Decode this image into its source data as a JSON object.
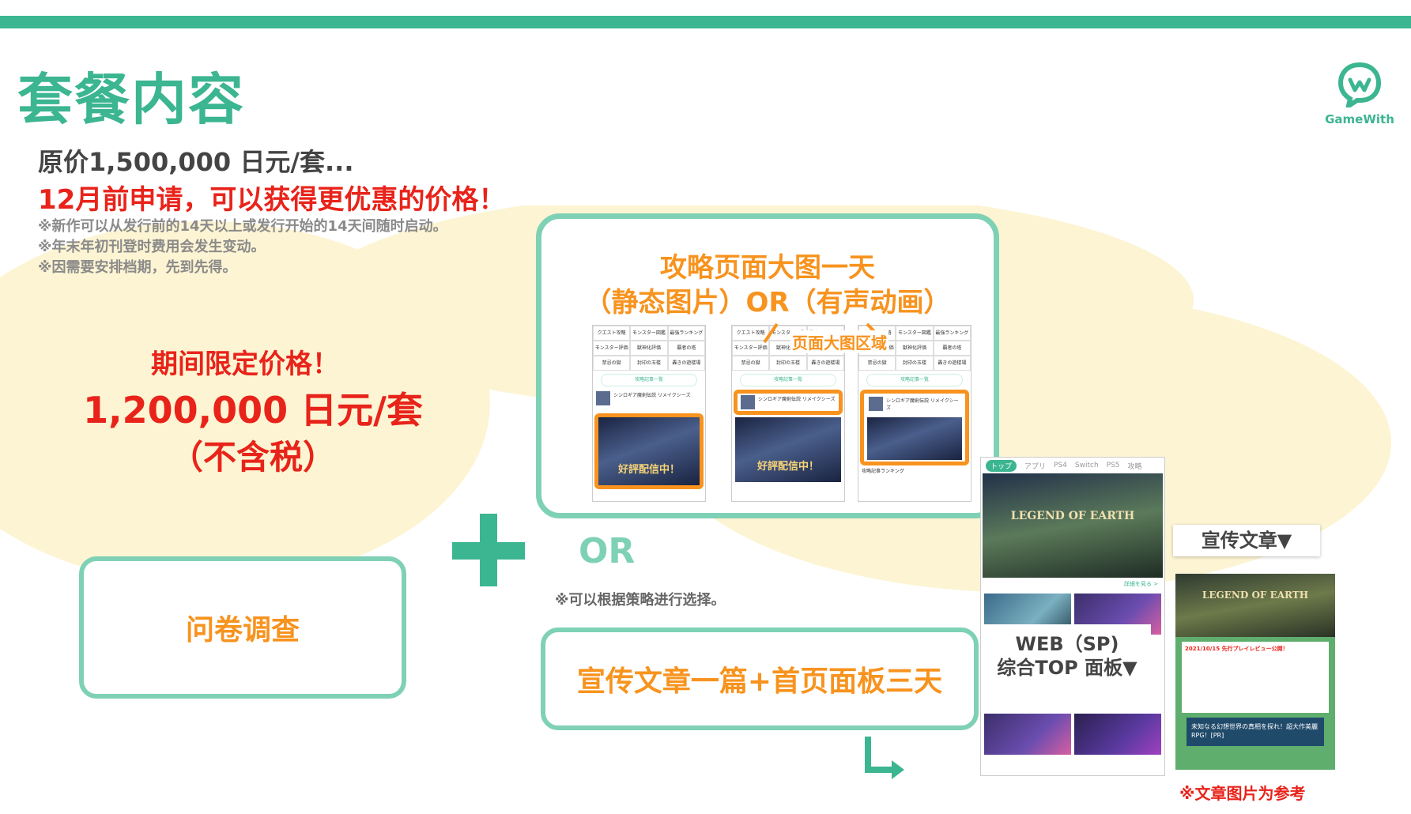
{
  "header": {
    "title": "套餐内容",
    "logo_text": "GameWith"
  },
  "pricing": {
    "original": "原价1,500,000 日元/套...",
    "promo": "12月前申请，可以获得更优惠的价格！",
    "notes": [
      "※新作可以从发行前的14天以上或发行开始的14天间随时启动。",
      "※年末年初刊登时费用会发生变动。",
      "※因需要安排档期，先到先得。"
    ]
  },
  "limited_offer": {
    "label": "期间限定价格！",
    "price": "1,200,000 日元/套",
    "tax": "（不含税）"
  },
  "survey": {
    "label": "问卷调查"
  },
  "option_a": {
    "title_line1": "攻略页面大图一天",
    "title_line2": "（静态图片）OR（有声动画）",
    "area_label": "页面大图区域"
  },
  "or_text": "OR",
  "select_note": "※可以根据策略进行选择。",
  "option_b": {
    "label": "宣传文章一篇+首页面板三天"
  },
  "mock_phone": {
    "nav": [
      "クエスト攻略",
      "モンスター図鑑",
      "最強ランキング",
      "モンスター評価",
      "獣神化評価",
      "覇者の塔",
      "禁忌の獄",
      "封印の玉楼",
      "轟きの遊楼場"
    ],
    "link": "攻略記事一覧",
    "article": "シンロギア魔剣伝説 リメイクシーズ",
    "banner_text": "好評配信中！",
    "foot": "攻略記事ランキング"
  },
  "sp_mock": {
    "tabs": [
      "トップ",
      "アプリ",
      "PS4",
      "Switch",
      "PS5",
      "攻略"
    ],
    "hero_title": "LEGEND OF EARTH",
    "more": "詳細を見る >",
    "label_line1": "WEB（SP)",
    "label_line2": "综合TOP 面板▼"
  },
  "ad_mock": {
    "label": "宣传文章▼",
    "hero_title": "LEGEND OF EARTH",
    "date": "2021/10/15 先行プレイレビュー公開！",
    "cta": "未知なる幻想世界の真相を探れ！超大作美麗RPG！[PR]"
  },
  "ref_note": "※文章图片为参考",
  "colors": {
    "brand_green": "#3cb591",
    "border_green": "#7fd1b5",
    "orange": "#f7931e",
    "red": "#e8231a",
    "cream": "#fdf4d3"
  }
}
